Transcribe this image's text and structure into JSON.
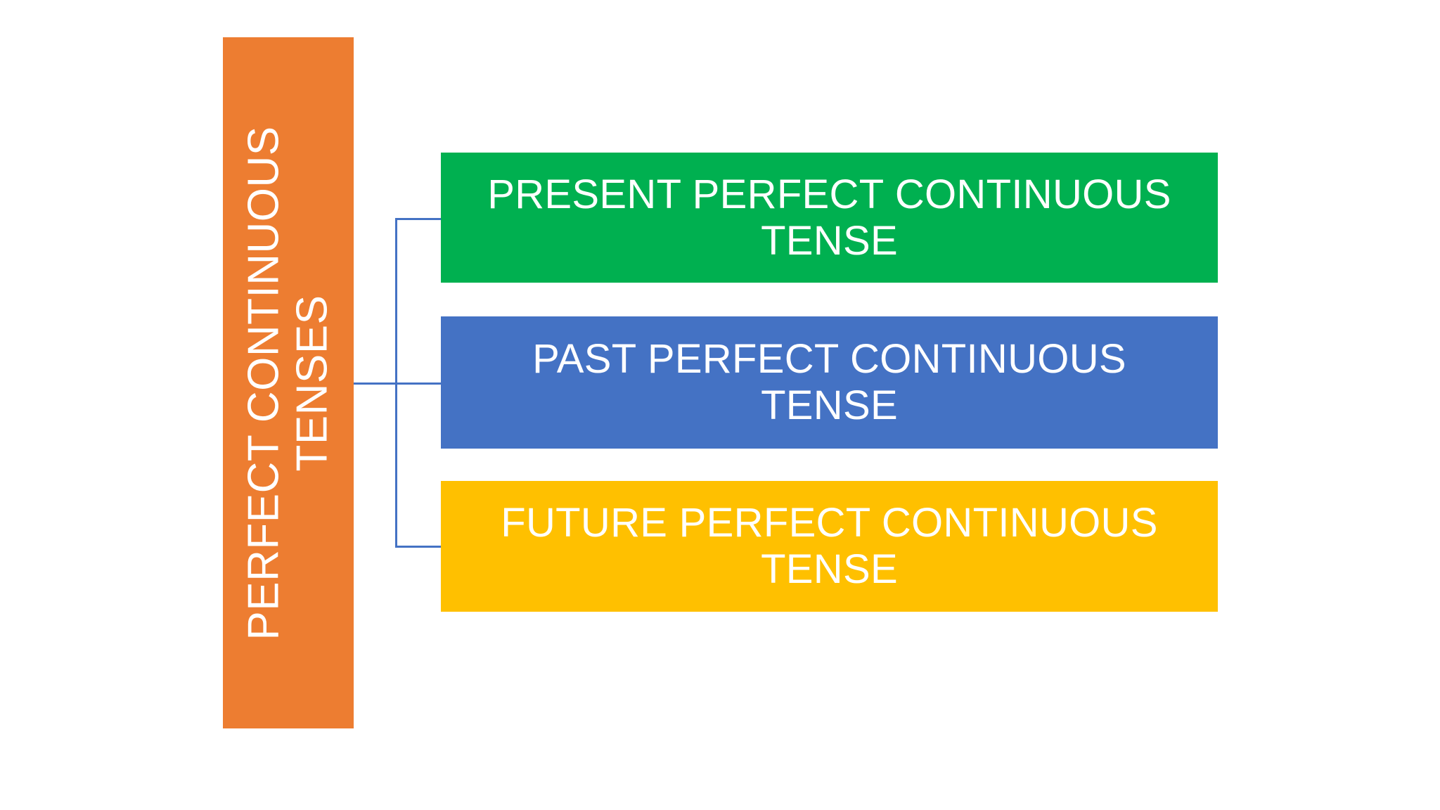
{
  "diagram": {
    "type": "horizontal-hierarchy",
    "title": "Perfect Continuous Tenses",
    "root": {
      "label_line_1": "PERFECT CONTINUOUS",
      "label_line_2": "TENSES",
      "color": "#ED7D31",
      "text_color": "#FFFFFF",
      "orientation": "vertical-rotated-90-ccw"
    },
    "connector": {
      "color": "#4472C4",
      "style": "elbow"
    },
    "children": [
      {
        "id": "present-perfect-continuous",
        "label": "PRESENT PERFECT CONTINUOUS TENSE",
        "color": "#00B050",
        "text_color": "#FFFFFF"
      },
      {
        "id": "past-perfect-continuous",
        "label": "PAST PERFECT CONTINUOUS TENSE",
        "color": "#4472C4",
        "text_color": "#FFFFFF"
      },
      {
        "id": "future-perfect-continuous",
        "label": "FUTURE PERFECT CONTINUOUS TENSE",
        "color": "#FFC000",
        "text_color": "#FFFFFF"
      }
    ]
  }
}
